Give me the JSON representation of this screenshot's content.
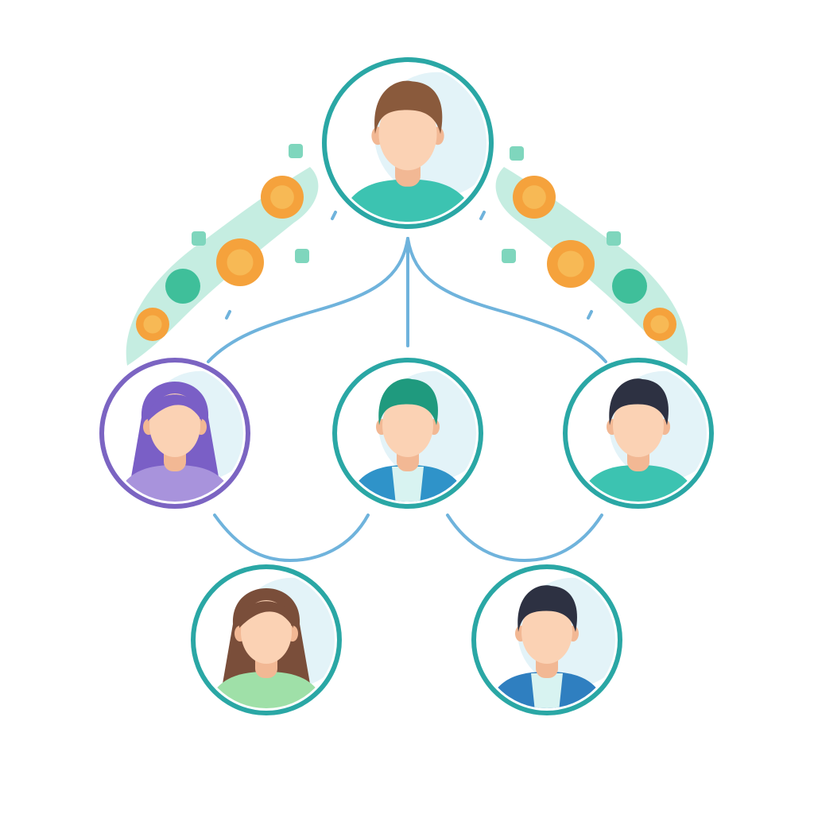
{
  "palette": {
    "connector": "#6fb3dc",
    "coin": "#f5a23c",
    "coin_inner": "#f7b955",
    "leaf": "#7fd6bd",
    "leaf_dark": "#3fbf9a",
    "skin": "#fbd2b4",
    "neck": "#f2b894"
  },
  "nodes": [
    {
      "id": "top",
      "icon": "person-avatar-icon",
      "ring": "#2aa7a5",
      "hair": "#8a5a3c",
      "shirt": "#3cc3b1",
      "hair_style": "short"
    },
    {
      "id": "mid-left",
      "icon": "person-avatar-icon",
      "ring": "#7b64c2",
      "hair": "#7a5fc6",
      "shirt": "#a893dc",
      "hair_style": "long"
    },
    {
      "id": "mid-center",
      "icon": "person-avatar-icon",
      "ring": "#2aa7a5",
      "hair": "#1f9a7e",
      "shirt": "#2f93c9",
      "hair_style": "short",
      "collar": "#d8f3f1"
    },
    {
      "id": "mid-right",
      "icon": "person-avatar-icon",
      "ring": "#2aa7a5",
      "hair": "#2d3142",
      "shirt": "#3cc3b1",
      "hair_style": "short"
    },
    {
      "id": "bottom-left",
      "icon": "person-avatar-icon",
      "ring": "#2aa7a5",
      "hair": "#7a4e3a",
      "shirt": "#9fe0a8",
      "hair_style": "long"
    },
    {
      "id": "bottom-right",
      "icon": "person-avatar-icon",
      "ring": "#2aa7a5",
      "hair": "#2d3142",
      "shirt": "#2f7fc0",
      "hair_style": "short",
      "collar": "#d8f3f1"
    }
  ]
}
